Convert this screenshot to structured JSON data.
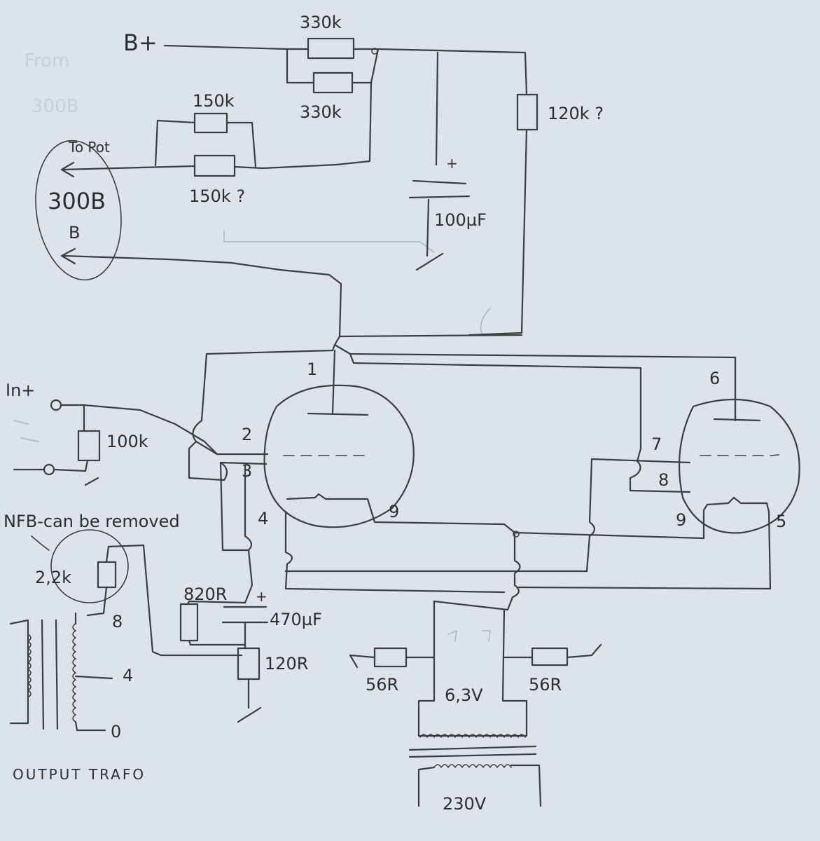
{
  "supply": {
    "bplus": "B+"
  },
  "resistors": {
    "r_330k_a": "330k",
    "r_330k_b": "330k",
    "r_120k": "120k ?",
    "r_150k_a": "150k",
    "r_150k_b": "150k ?",
    "r_100k": "100k",
    "r_2_2k": "2,2k",
    "r_820r": "820R",
    "r_120r": "120R",
    "r_56r_left": "56R",
    "r_56r_right": "56R"
  },
  "capacitors": {
    "c_100uf": "100µF",
    "c_100uf_plus": "+",
    "c_470uf": "470µF",
    "c_470uf_plus": "+"
  },
  "output_tube": {
    "to_pot": "To Pot",
    "name": "300B",
    "pin_b": "B"
  },
  "input": {
    "label": "In+"
  },
  "nfb_note": "NFB-can be removed",
  "pins": {
    "p1": "1",
    "p2": "2",
    "p3": "3",
    "p4": "4",
    "p5": "5",
    "p6": "6",
    "p7": "7",
    "p8": "8",
    "p9_left": "9",
    "p9_right": "9"
  },
  "output_trafo": {
    "tap_8": "8",
    "tap_4": "4",
    "tap_0": "0",
    "label": "OUTPUT TRAFO"
  },
  "heater": {
    "voltage": "6,3V",
    "mains": "230V"
  },
  "background_marks": {
    "from": "From",
    "tube": "300B"
  },
  "colors": {
    "paper": "#dde3ea",
    "pencil": "#3d3d3d"
  }
}
